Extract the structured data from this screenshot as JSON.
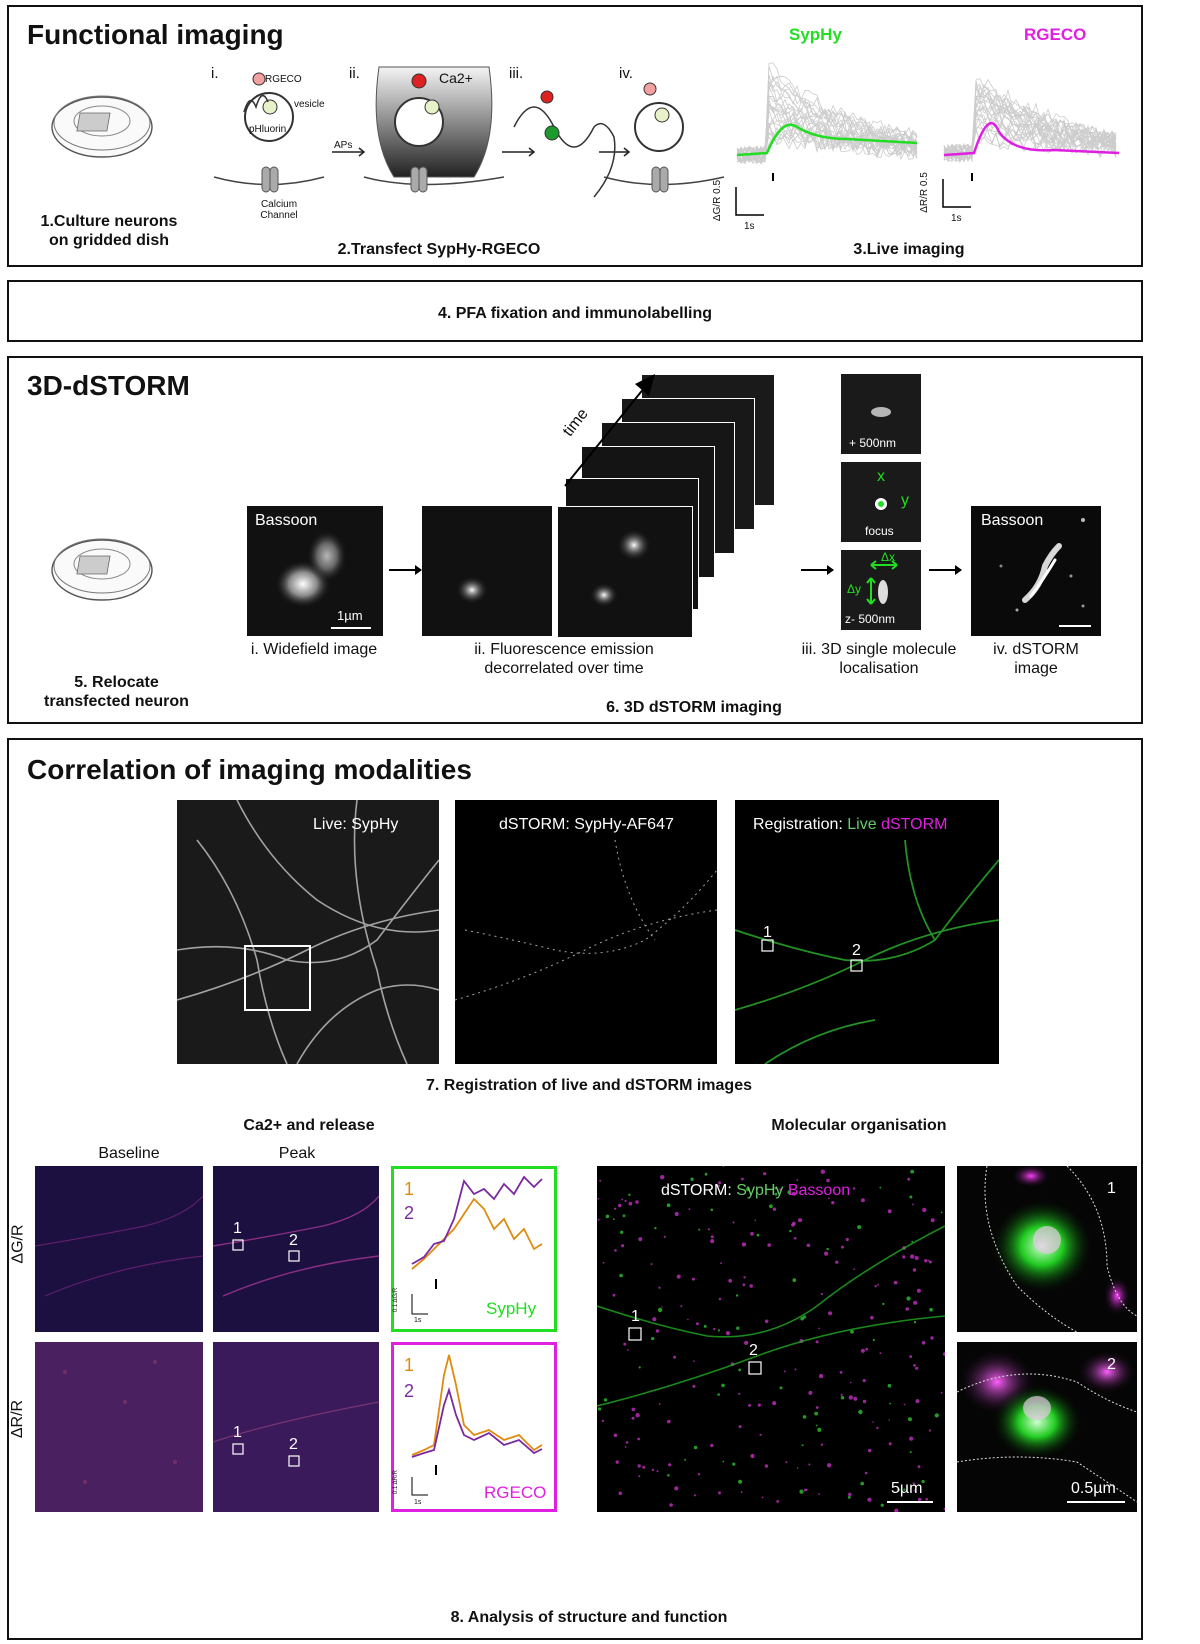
{
  "functional": {
    "title": "Functional imaging",
    "step1": "1.Culture neurons on gridded dish",
    "step2": "2.Transfect SypHy-RGECO",
    "step3": "3.Live imaging",
    "roman": [
      "i.",
      "ii.",
      "iii.",
      "iv."
    ],
    "labels": {
      "rgeco": "RGECO",
      "vesicle": "vesicle",
      "phluorin": "pHluorin",
      "calcium_channel": "Calcium Channel",
      "aps": "APs",
      "ca2": "Ca2+"
    },
    "trace_sypHy": {
      "title": "SypHy",
      "scale_y": "ΔG/R 0.5",
      "scale_x": "1s",
      "color": "#22dd22"
    },
    "trace_rgeco": {
      "title": "RGECO",
      "scale_y": "ΔR/R 0.5",
      "scale_x": "1s",
      "color": "#e020e0"
    }
  },
  "fixation": {
    "title": "4. PFA fixation and immunolabelling"
  },
  "dstorm": {
    "title": "3D-dSTORM",
    "step5": "5. Relocate transfected neuron",
    "step6": "6. 3D dSTORM imaging",
    "time": "time",
    "img_i": {
      "label": "Bassoon",
      "scale": "1µm",
      "caption": "i. Widefield image"
    },
    "img_ii": {
      "caption": "ii. Fluorescence emission decorrelated over time"
    },
    "img_iii": {
      "plus": "+ 500nm",
      "focus": "focus",
      "x": "x",
      "y": "y",
      "dx": "Δx",
      "dy": "Δy",
      "minus": "z- 500nm",
      "caption": "iii. 3D single molecule localisation"
    },
    "img_iv": {
      "label": "Bassoon",
      "caption": "iv. dSTORM image"
    }
  },
  "correlation": {
    "title": "Correlation of imaging modalities",
    "live": "Live: SypHy",
    "dstorm_img": "dSTORM: SypHy-AF647",
    "reg_prefix": "Registration:",
    "reg_live": "Live",
    "reg_dstorm": "dSTORM",
    "roi1": "1",
    "roi2": "2",
    "step7": "7. Registration of live and dSTORM images",
    "ca_title": "Ca2+ and release",
    "baseline": "Baseline",
    "peak": "Peak",
    "row_g": "ΔG/R",
    "row_r": "ΔR/R",
    "trace_box_g": {
      "name": "SypHy",
      "leg1": "1",
      "leg2": "2",
      "scale": "0.1 ΔG/R",
      "t": "1s"
    },
    "trace_box_r": {
      "name": "RGECO",
      "leg1": "1",
      "leg2": "2",
      "scale": "0.1 ΔR/R",
      "t": "1s"
    },
    "mol_title": "Molecular organisation",
    "mol_prefix": "dSTORM:",
    "mol_syphy": "SypHy",
    "mol_bassoon": "Bassoon",
    "mol_scale": "5µm",
    "zoom_scale": "0.5µm",
    "step8": "8. Analysis of structure and function"
  },
  "colors": {
    "green": "#22dd22",
    "magenta": "#e020e0",
    "orange": "#e08a10",
    "purple": "#7a2aa0"
  }
}
